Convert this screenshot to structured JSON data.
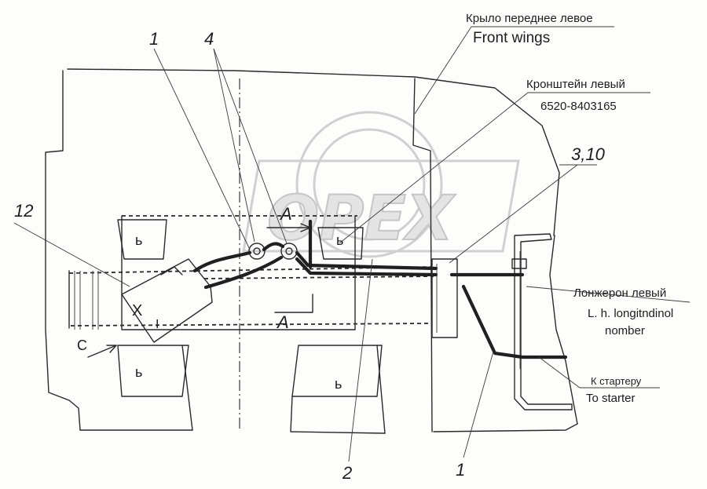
{
  "callouts": {
    "front_wing_ru": "Крыло переднее левое",
    "front_wing_en": "Front wings",
    "bracket_ru": "Кронштейн левый",
    "bracket_part_no": "6520-8403165",
    "spar_ru": "Лонжерон левый",
    "spar_en_line1": "L. h. longitndinol",
    "spar_en_line2": "nomber",
    "starter_ru": "К стартеру",
    "starter_en": "To starter"
  },
  "position_numbers": {
    "n1_top": "1",
    "n4": "4",
    "n3_10": "3,10",
    "n12": "12",
    "n2": "2",
    "n1_bottom": "1"
  },
  "view_marks": {
    "a_top": "A",
    "a_bottom": "A",
    "c": "C"
  },
  "battery_terminals": {
    "t1": "ь",
    "t2": "ь",
    "t3": "ь",
    "t4": "ь"
  },
  "switch_marks": {
    "cross": "X",
    "bar": "I"
  },
  "watermark": {
    "text": "OPEX"
  }
}
